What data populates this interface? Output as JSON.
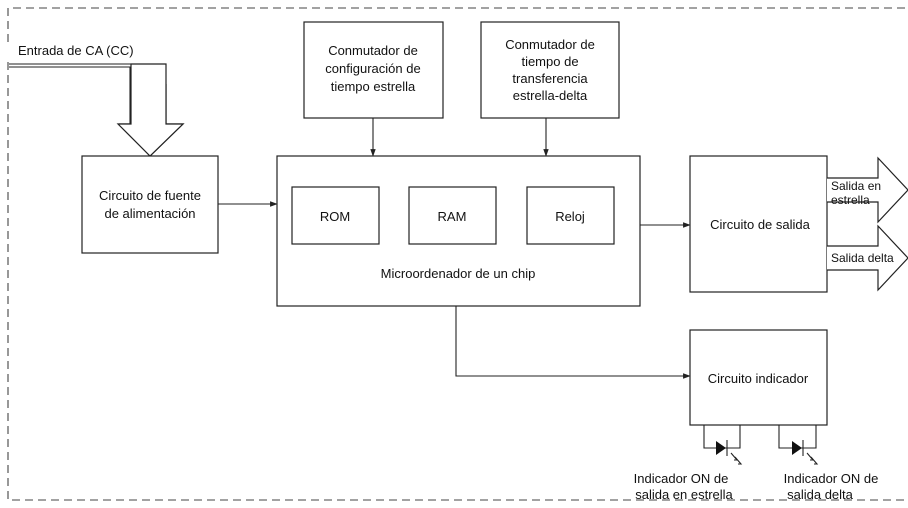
{
  "labels": {
    "input": "Entrada de CA (CC)",
    "switch_star_config": [
      "Conmutador de",
      "configuración de",
      "tiempo estrella"
    ],
    "switch_transfer": [
      "Conmutador de",
      "tiempo de",
      "transferencia",
      "estrella-delta"
    ],
    "power_supply": [
      "Circuito de fuente",
      "de alimentación"
    ],
    "rom": "ROM",
    "ram": "RAM",
    "clock": "Reloj",
    "microcomputer": "Microordenador de un chip",
    "output_circuit": "Circuito de salida",
    "star_output": [
      "Salida en",
      "estrella"
    ],
    "delta_output": "Salida delta",
    "indicator_circuit": "Circuito indicador",
    "star_indicator": [
      "Indicador ON de",
      "salida en estrella"
    ],
    "delta_indicator": [
      "Indicador ON de",
      "salida delta"
    ]
  }
}
